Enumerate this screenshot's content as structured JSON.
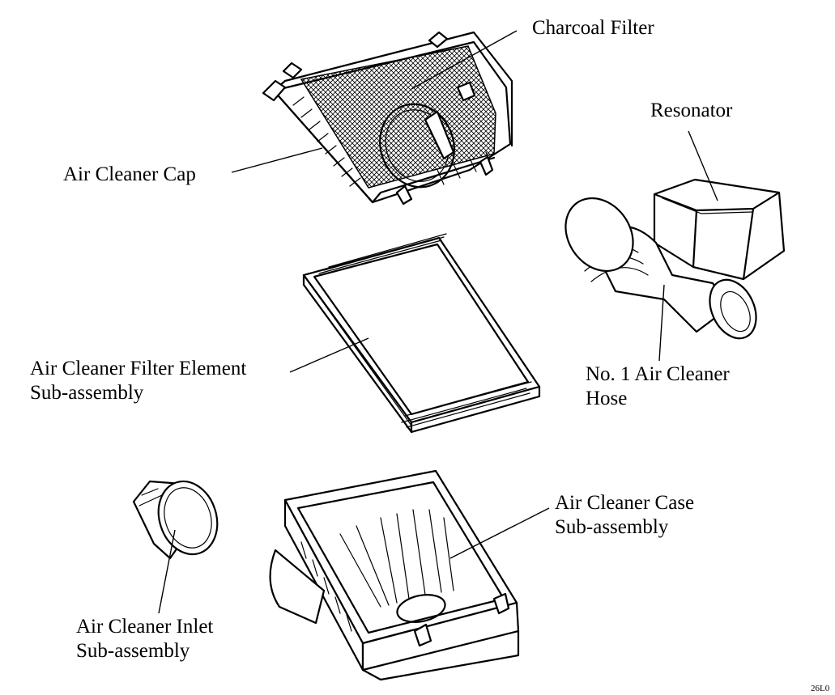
{
  "labels": {
    "charcoal_filter": "Charcoal Filter",
    "resonator": "Resonator",
    "air_cleaner_cap": "Air Cleaner Cap",
    "filter_element_line1": "Air Cleaner Filter Element",
    "filter_element_line2": "Sub-assembly",
    "hose_line1": "No. 1 Air Cleaner",
    "hose_line2": "Hose",
    "case_line1": "Air Cleaner Case",
    "case_line2": "Sub-assembly",
    "inlet_line1": "Air Cleaner Inlet",
    "inlet_line2": "Sub-assembly"
  },
  "figure_code": "26L0"
}
